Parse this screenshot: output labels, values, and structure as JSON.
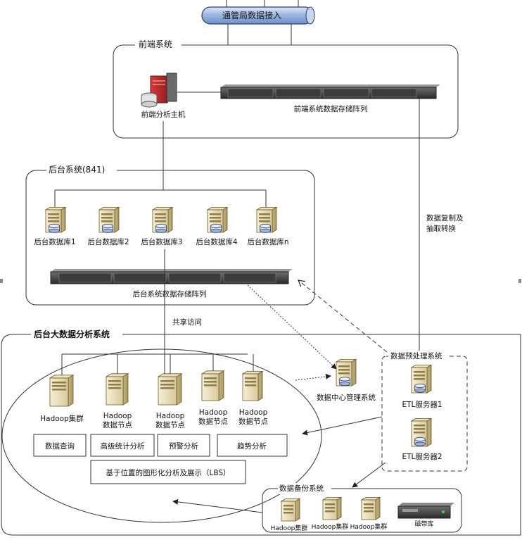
{
  "source_cylinder": "通管局数据接入",
  "front_end": {
    "title": "前端系统",
    "host_label": "前端分析主机",
    "storage_label": "前端系统数据存储阵列"
  },
  "back_end": {
    "title": "后台系统(841)",
    "databases": [
      "后台数据库1",
      "后台数据库2",
      "后台数据库3",
      "后台数据库4",
      "后台数据库n"
    ],
    "storage_label": "后台系统数据存储阵列"
  },
  "edges": {
    "copy_extract": [
      "数据复制及",
      "抽取转换"
    ],
    "shared_access": "共享访问"
  },
  "bigdata": {
    "title": "后台大数据分析系统",
    "cluster_label": "Hadoop集群",
    "nodes": [
      [
        "Hadoop",
        "数据节点"
      ],
      [
        "Hadoop",
        "数据节点"
      ],
      [
        "Hadoop",
        "数据节点"
      ],
      [
        "Hadoop",
        "数据节点"
      ]
    ],
    "functions": [
      "数据查询",
      "高级统计分析",
      "预警分析",
      "趋势分析"
    ],
    "lbs": "基于位置的图形化分析及展示（LBS）",
    "dc_mgmt": "数据中心管理系统"
  },
  "etl": {
    "title": "数据预处理系统",
    "servers": [
      "ETL服务器1",
      "ETL服务器2"
    ]
  },
  "backup": {
    "title": "数据备份系统",
    "items": [
      "Hadoop集群",
      "Hadoop集群",
      "Hadoop集群"
    ],
    "tape_label": "磁带库"
  }
}
